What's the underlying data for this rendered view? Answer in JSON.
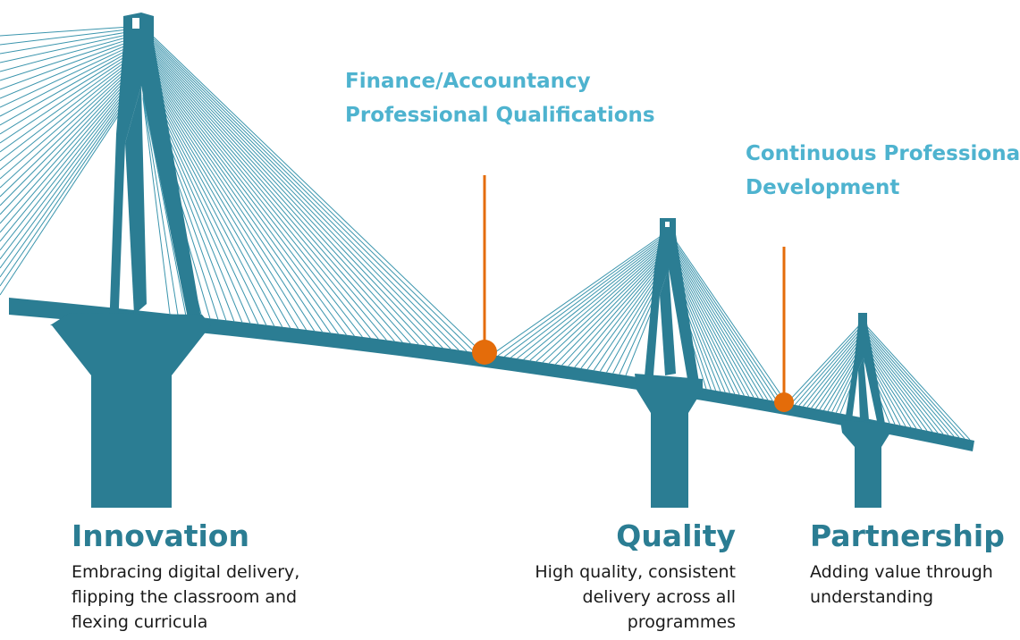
{
  "colors": {
    "bridge": "#2b7d93",
    "cables": "#3b95ad",
    "milestone_text": "#4eb3cf",
    "marker": "#e46c0a",
    "body_text": "#1a1a1a"
  },
  "milestones": [
    {
      "lines": [
        "Finance/Accountancy",
        "Professional Qualifications"
      ]
    },
    {
      "lines": [
        "Continuous Professional",
        "Development"
      ]
    }
  ],
  "pillars": [
    {
      "title": "Innovation",
      "lines": [
        "Embracing digital delivery,",
        "flipping the classroom and",
        "flexing curricula"
      ]
    },
    {
      "title": "Quality",
      "lines": [
        "High quality, consistent",
        "delivery across all",
        "programmes"
      ]
    },
    {
      "title": "Partnership",
      "lines": [
        "Adding value through",
        "understanding"
      ]
    }
  ]
}
